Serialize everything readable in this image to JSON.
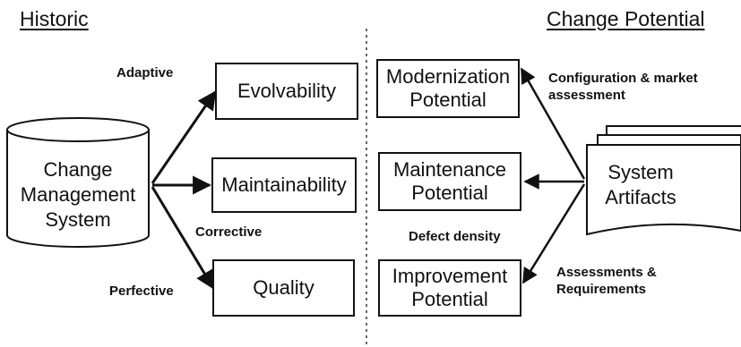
{
  "headings": {
    "historic": "Historic",
    "change_potential": "Change Potential"
  },
  "cylinder": {
    "line1": "Change",
    "line2": "Management",
    "line3": "System"
  },
  "left_boxes": {
    "evolvability": "Evolvability",
    "maintainability": "Maintainability",
    "quality": "Quality"
  },
  "right_boxes": {
    "modernization": {
      "line1": "Modernization",
      "line2": "Potential"
    },
    "maintenance": {
      "line1": "Maintenance",
      "line2": "Potential"
    },
    "improvement": {
      "line1": "Improvement",
      "line2": "Potential"
    }
  },
  "artifacts": {
    "line1": "System",
    "line2": "Artifacts"
  },
  "labels": {
    "adaptive": "Adaptive",
    "corrective": "Corrective",
    "perfective": "Perfective",
    "configuration_line1": "Configuration & market",
    "configuration_line2": "assessment",
    "defect_density": "Defect density",
    "assessments_line1": "Assessments &",
    "assessments_line2": "Requirements"
  }
}
